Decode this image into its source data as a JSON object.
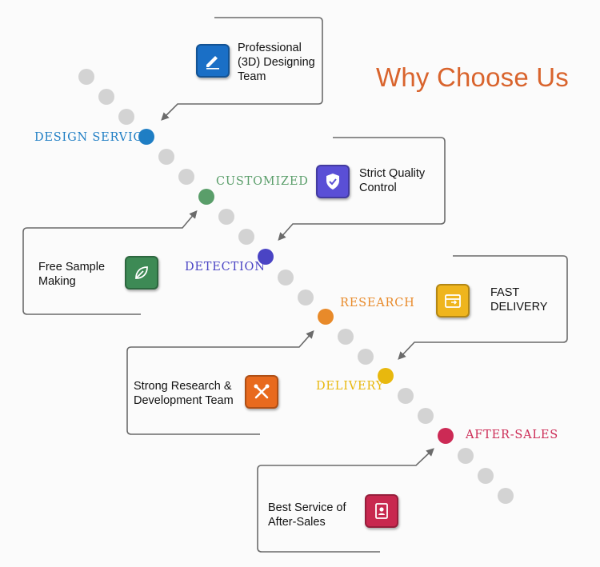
{
  "title": "Why Choose Us",
  "stages": [
    {
      "label": "DESIGN SERVICE",
      "color": "#1f7ec4"
    },
    {
      "label": "CUSTOMIZED",
      "color": "#5a9e6a"
    },
    {
      "label": "DETECTION",
      "color": "#4a44c4"
    },
    {
      "label": "RESEARCH",
      "color": "#e88a2a"
    },
    {
      "label": "DELIVERY",
      "color": "#e8b80e"
    },
    {
      "label": "AFTER-SALES",
      "color": "#cc2a55"
    }
  ],
  "cards": [
    {
      "lines": [
        "Professional",
        "(3D) Designing",
        "Team"
      ],
      "icon": "pencil-icon",
      "color": "#1a6fc6"
    },
    {
      "lines": [
        "Strict Quality",
        "Control"
      ],
      "icon": "shield-check-icon",
      "color": "#5a4fd6"
    },
    {
      "lines": [
        "Free Sample",
        "Making"
      ],
      "icon": "leaf-icon",
      "color": "#3d8a55"
    },
    {
      "lines": [
        "FAST",
        "DELIVERY"
      ],
      "icon": "delivery-box-icon",
      "color": "#efb51d"
    },
    {
      "lines": [
        "Strong Research &",
        "Development Team"
      ],
      "icon": "tools-icon",
      "color": "#e86a1e"
    },
    {
      "lines": [
        "Best Service of",
        "After-Sales"
      ],
      "icon": "badge-icon",
      "color": "#c8284f"
    }
  ]
}
